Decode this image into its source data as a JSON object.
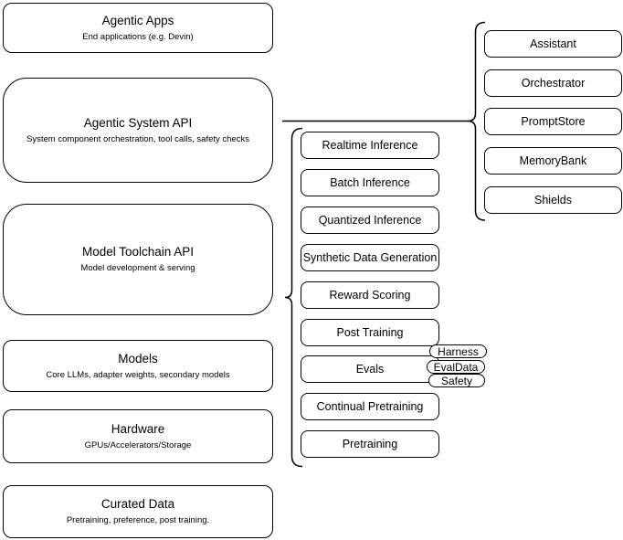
{
  "stack": {
    "boxes": [
      {
        "id": "agentic-apps",
        "title": "Agentic Apps",
        "subtitle": "End applications (e.g. Devin)"
      },
      {
        "id": "agentic-system-api",
        "title": "Agentic System API",
        "subtitle": "System component orchestration, tool calls, safety checks"
      },
      {
        "id": "model-toolchain-api",
        "title": "Model Toolchain API",
        "subtitle": "Model development & serving"
      },
      {
        "id": "models",
        "title": "Models",
        "subtitle": "Core LLMs, adapter weights, secondary models"
      },
      {
        "id": "hardware",
        "title": "Hardware",
        "subtitle": "GPUs/Accelerators/Storage"
      },
      {
        "id": "curated-data",
        "title": "Curated Data",
        "subtitle": "Pretraining, preference, post training."
      }
    ]
  },
  "toolchain_items": [
    "Realtime Inference",
    "Batch Inference",
    "Quantized Inference",
    "Synthetic Data Generation",
    "Reward Scoring",
    "Post Training",
    "Evals",
    "Continual Pretraining",
    "Pretraining"
  ],
  "evals_tags": [
    "Harness",
    "EvalData",
    "Safety"
  ],
  "system_components": [
    "Assistant",
    "Orchestrator",
    "PromptStore",
    "MemoryBank",
    "Shields"
  ],
  "colors": {
    "stroke": "#000000",
    "fill": "#ffffff",
    "text": "#000000",
    "background": "#ffffff"
  }
}
